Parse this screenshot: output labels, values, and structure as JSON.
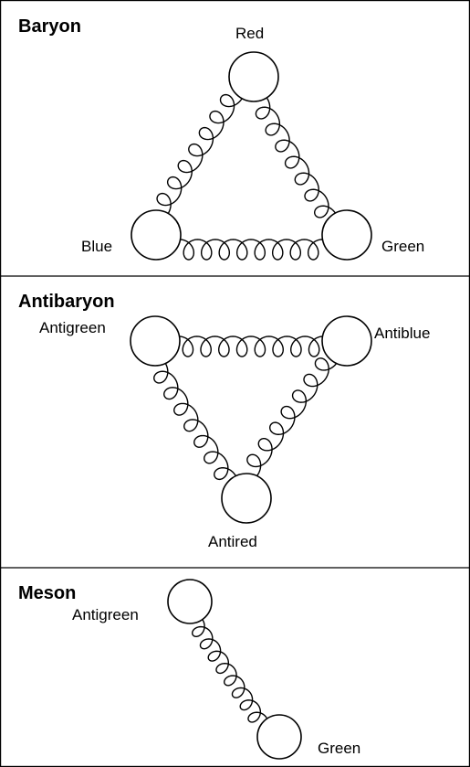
{
  "panels": [
    {
      "title": "Baryon",
      "quarks": [
        "Red",
        "Blue",
        "Green"
      ]
    },
    {
      "title": "Antibaryon",
      "quarks": [
        "Antigreen",
        "Antiblue",
        "Antired"
      ]
    },
    {
      "title": "Meson",
      "quarks": [
        "Antigreen",
        "Green"
      ]
    }
  ]
}
